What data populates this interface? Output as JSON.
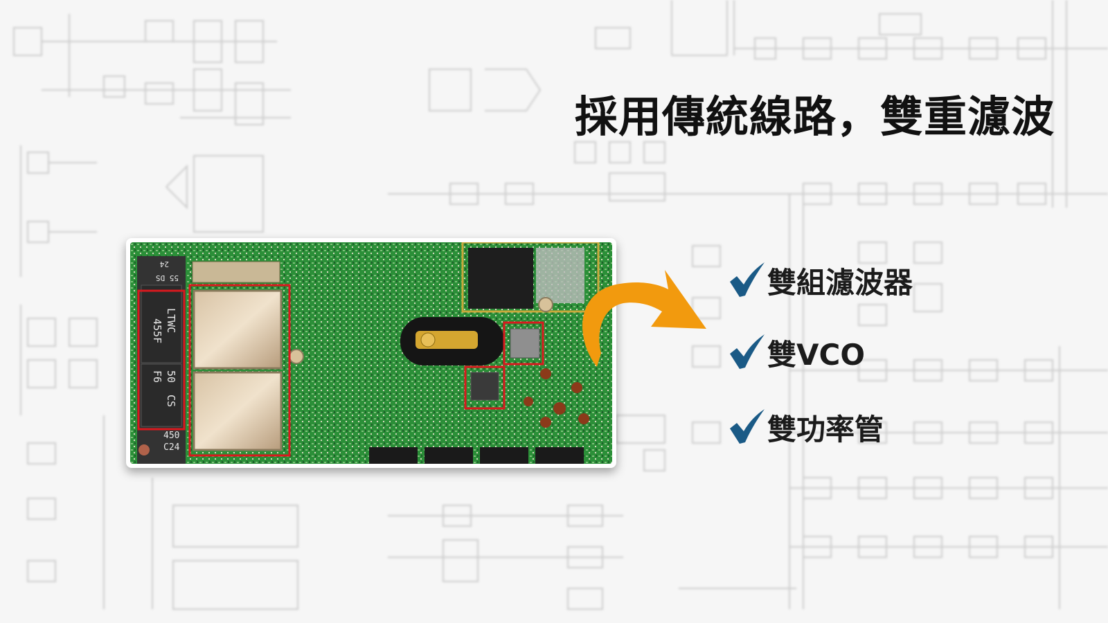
{
  "headline": "採用傳統線路，雙重濾波",
  "features": [
    {
      "label": "雙組濾波器",
      "icon": "checkmark-icon"
    },
    {
      "label": "雙VCO",
      "icon": "checkmark-icon"
    },
    {
      "label": "雙功率管",
      "icon": "checkmark-icon"
    }
  ],
  "board": {
    "chip_markings": [
      "LTWC",
      "455F",
      "50",
      "F6",
      "CS",
      "450",
      "C24",
      "24",
      "55 DS"
    ]
  },
  "colors": {
    "check": "#1a5a86",
    "arrow": "#f29a0e",
    "highlight_box": "#d9191e",
    "pcb_green": "#2a9a3a"
  }
}
